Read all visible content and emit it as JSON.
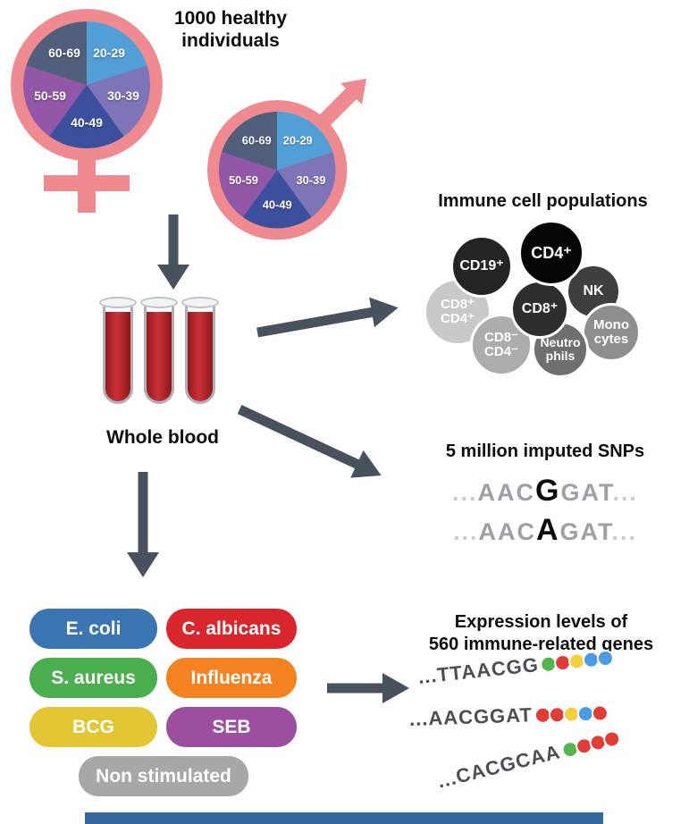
{
  "cohort": {
    "title": "1000 healthy individuals",
    "age_groups": [
      {
        "label": "20-29",
        "color": "#529FD7"
      },
      {
        "label": "30-39",
        "color": "#7E74B8"
      },
      {
        "label": "40-49",
        "color": "#3C4F9C"
      },
      {
        "label": "50-59",
        "color": "#9257A6"
      },
      {
        "label": "60-69",
        "color": "#515E7C"
      }
    ],
    "symbol_color": "#EF8B90"
  },
  "flow": {
    "arrow_color": "#47525C"
  },
  "whole_blood": {
    "label": "Whole blood"
  },
  "immune_cells": {
    "title": "Immune cell populations",
    "items": [
      {
        "label": "CD19⁺",
        "color": "#242424"
      },
      {
        "label": "CD4⁺",
        "color": "#050505"
      },
      {
        "label": "NK",
        "color": "#3F3F3F"
      },
      {
        "label": "CD8⁺",
        "color": "#2E2E2E"
      },
      {
        "label": "CD8⁺\nCD4⁺",
        "color": "#C9C9C9"
      },
      {
        "label": "Mono\ncytes",
        "color": "#8E8E8E"
      },
      {
        "label": "CD8⁻\nCD4⁻",
        "color": "#ACACAC"
      },
      {
        "label": "Neutro\nphils",
        "color": "#6F6F6F"
      }
    ]
  },
  "snps": {
    "title": "5 million imputed SNPs",
    "sequences": [
      {
        "left_dots": "...",
        "prefix": "AAC",
        "variant": "G",
        "suffix": "GAT",
        "right_dots": "..."
      },
      {
        "left_dots": "...",
        "prefix": "AAC",
        "variant": "A",
        "suffix": "GAT",
        "right_dots": "..."
      }
    ]
  },
  "stimulations": {
    "items": [
      {
        "label": "E. coli",
        "color": "#3B76B3"
      },
      {
        "label": "C. albicans",
        "color": "#D8262C"
      },
      {
        "label": "S. aureus",
        "color": "#4BAE4F"
      },
      {
        "label": "Influenza",
        "color": "#F58220"
      },
      {
        "label": "BCG",
        "color": "#E2C633"
      },
      {
        "label": "SEB",
        "color": "#9C4E9F"
      },
      {
        "label": "Non stimulated",
        "color": "#A7A7A7"
      }
    ]
  },
  "expression": {
    "title_line1": "Expression levels of",
    "title_line2": "560 immune-related genes",
    "dot_colors": {
      "green": "#56B44D",
      "red": "#E23C39",
      "yellow": "#F3D03E",
      "blue": "#4B9CE2"
    },
    "rows": [
      {
        "sequence": "...TTAACGG",
        "dots": [
          "green",
          "red",
          "yellow",
          "blue",
          "blue"
        ]
      },
      {
        "sequence": "...AACGGAT",
        "dots": [
          "red",
          "red",
          "yellow",
          "blue",
          "red"
        ]
      },
      {
        "sequence": "...CACGCAA",
        "dots": [
          "green",
          "red",
          "red",
          "red"
        ]
      }
    ]
  },
  "misc": {
    "bottom_strip_color": "#33679E"
  }
}
